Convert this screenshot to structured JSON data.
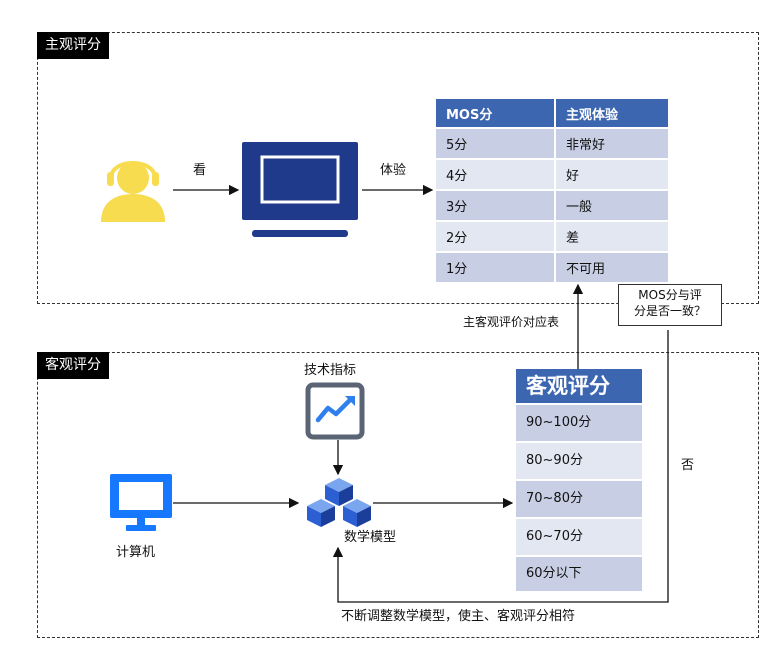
{
  "subjective_panel": {
    "label": "主观评分"
  },
  "objective_panel": {
    "label": "客观评分"
  },
  "flow_labels": {
    "watch": "看",
    "experience": "体验",
    "mapping": "主客观评价对应表",
    "tech_indicator": "技术指标",
    "computer": "计算机",
    "math_model": "数学模型",
    "no": "否",
    "feedback": "不断调整数学模型，使主、客观评分相符"
  },
  "mos_table": {
    "headers": [
      "MOS分",
      "主观体验"
    ],
    "rows": [
      [
        "5分",
        "非常好"
      ],
      [
        "4分",
        "好"
      ],
      [
        "3分",
        "一般"
      ],
      [
        "2分",
        "差"
      ],
      [
        "1分",
        "不可用"
      ]
    ]
  },
  "callout": {
    "line1": "MOS分与评",
    "line2": "分是否一致？"
  },
  "objective_scores": {
    "title": "客观评分",
    "rows": [
      "90~100分",
      "80~90分",
      "70~80分",
      "60~70分",
      "60分以下"
    ]
  },
  "colors": {
    "accent_blue": "#3c66b0",
    "row_dark": "#c8cfe4",
    "row_light": "#e3e7f2",
    "user_yellow": "#f7dc4f",
    "monitor_navy": "#1f3a8a",
    "computer_blue": "#1677ff"
  },
  "icons": [
    "user-headset-icon",
    "monitor-icon",
    "chart-trend-icon",
    "computer-icon",
    "cubes-model-icon"
  ]
}
